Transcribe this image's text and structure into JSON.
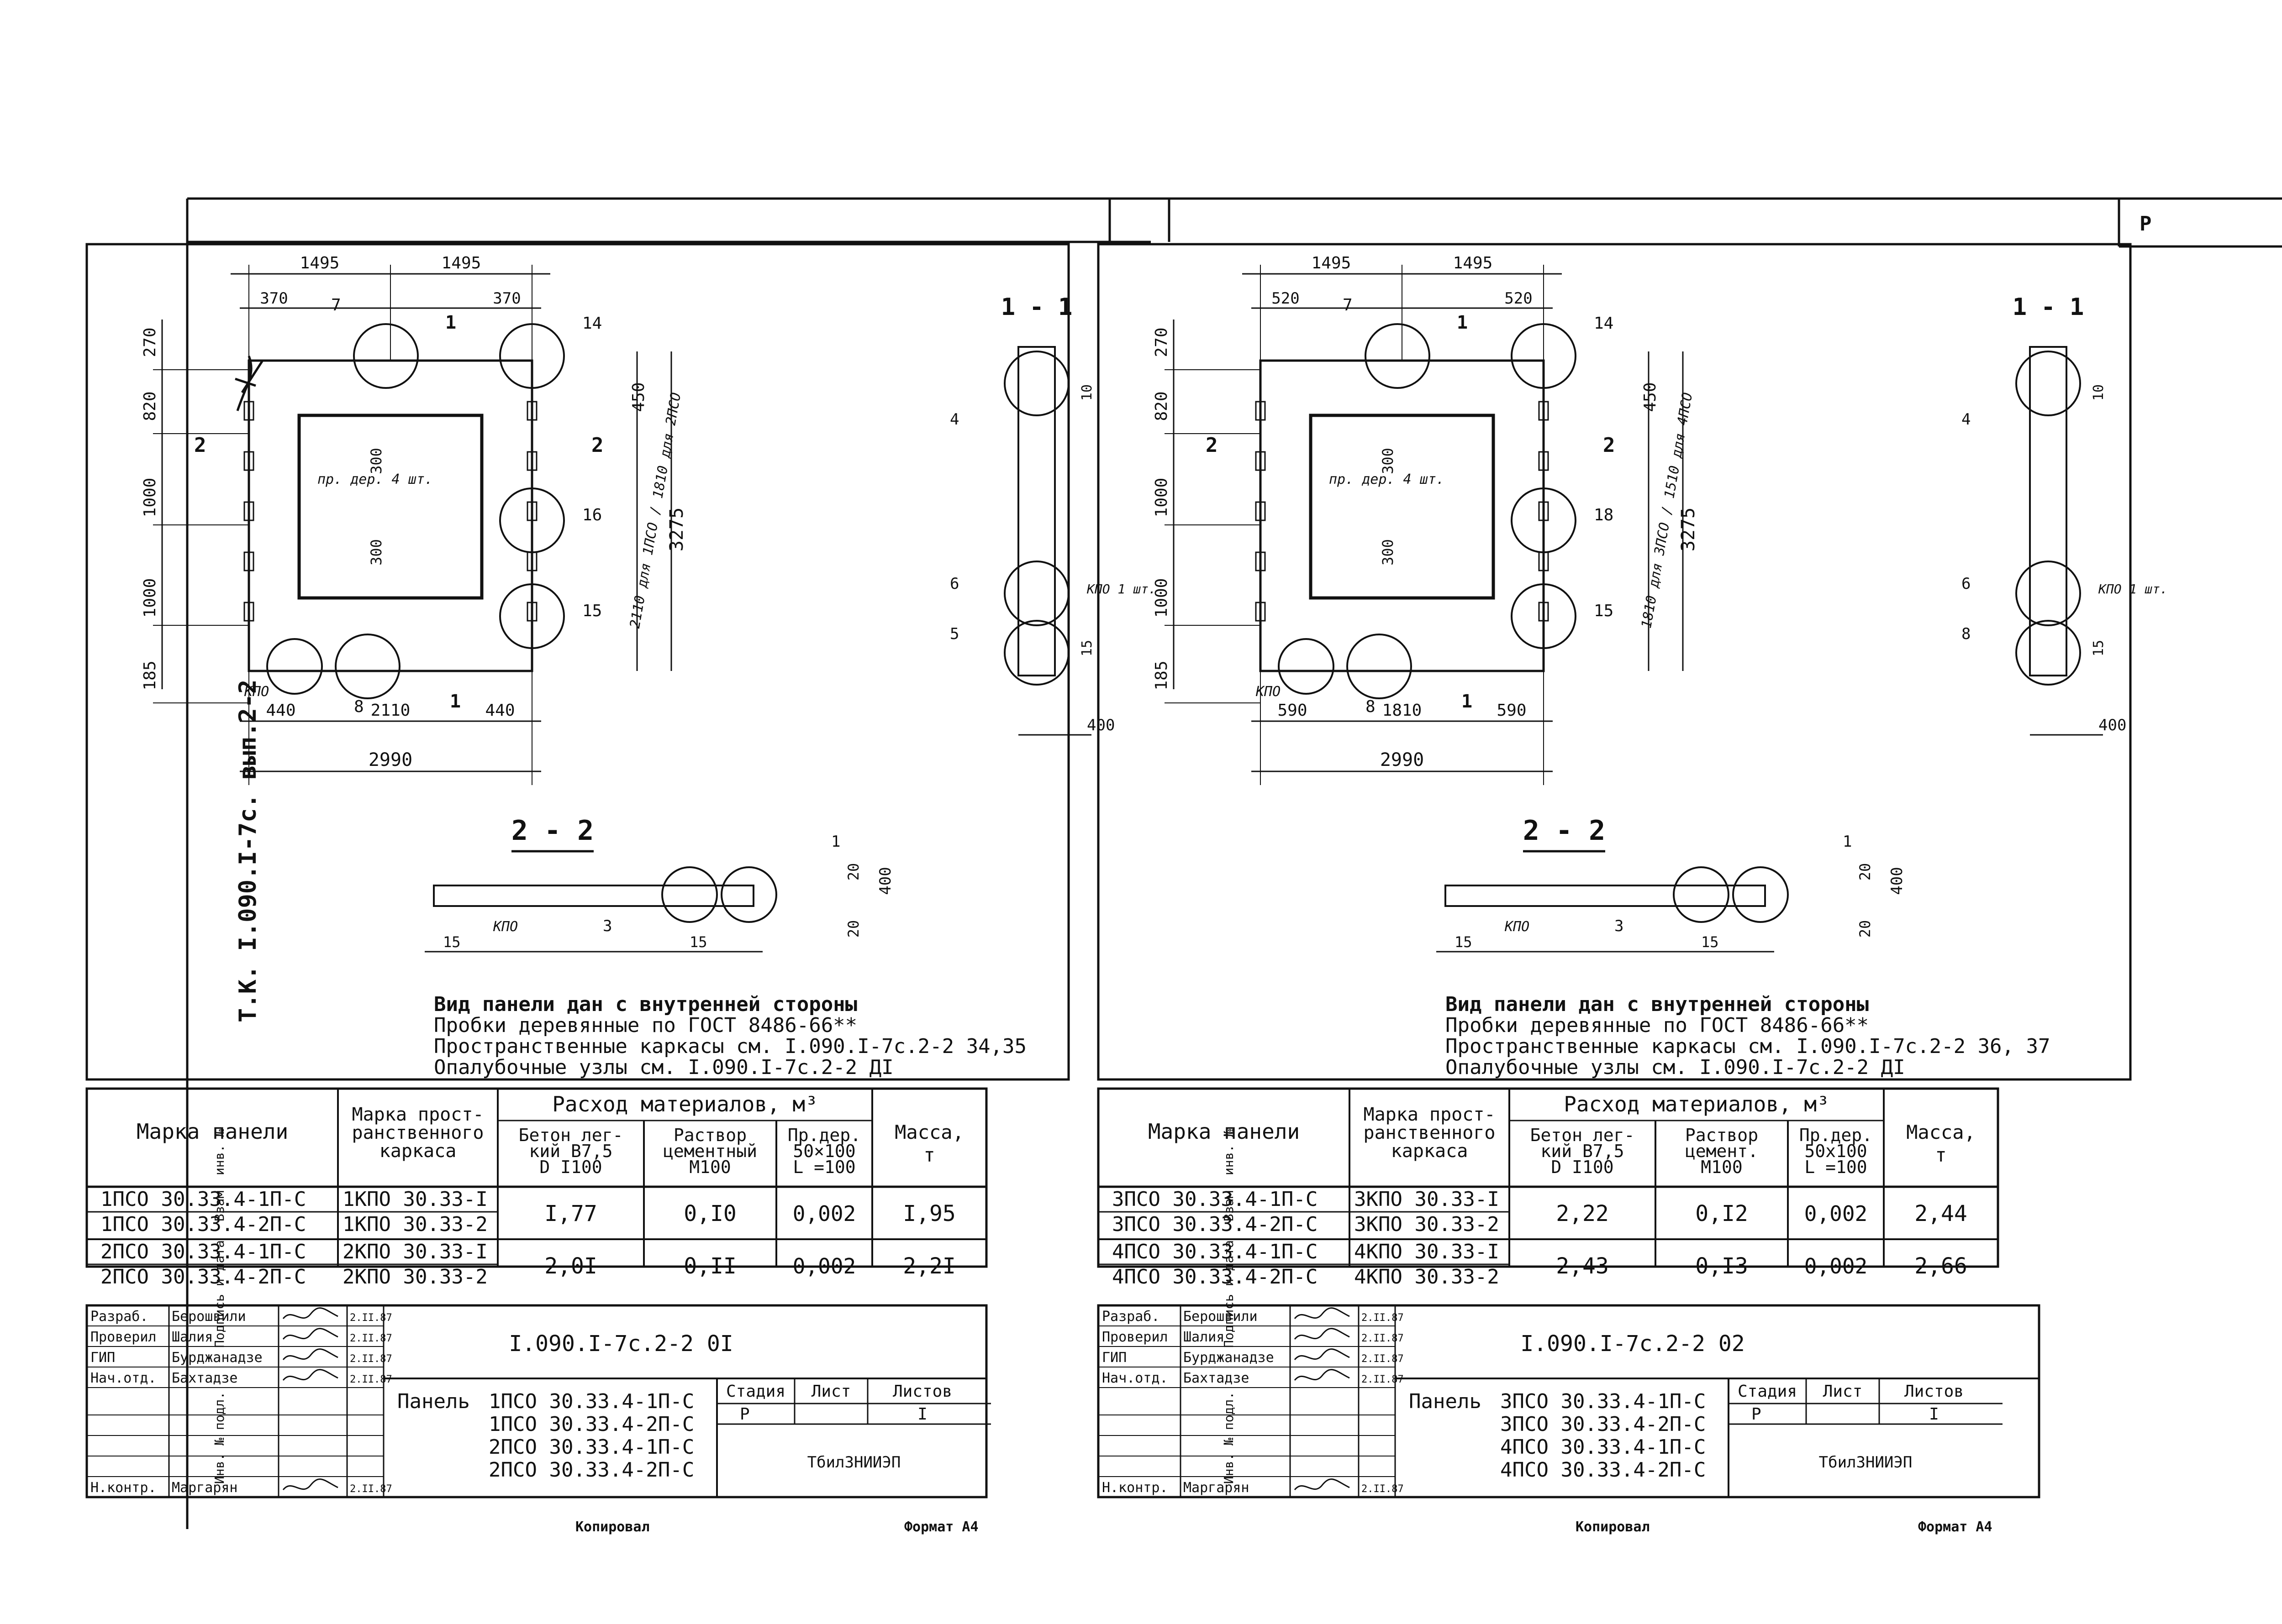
{
  "spine": {
    "series_code": "Т.К. I.090.I-7с. вып.2-2",
    "side_labels": [
      "Взам. инв. №",
      "Подпись и дата",
      "Инв. № подл."
    ]
  },
  "footer": {
    "copied": "Копировал",
    "format": "Формат А4"
  },
  "sheets": [
    {
      "plan": {
        "dims_top": [
          "1495",
          "1495"
        ],
        "dims_sub": [
          "370",
          "370"
        ],
        "dims_left": [
          "270",
          "820",
          "1000",
          "1000",
          "185"
        ],
        "dims_right": [
          "450",
          "3275"
        ],
        "dim_right_rot": [
          "2110 для 1ПСО",
          "1810 для 2ПСО"
        ],
        "dims_bottom": [
          "440",
          "2110",
          "440"
        ],
        "dim_total": "2990",
        "inner_dims": [
          "300",
          "300"
        ],
        "note_wood": "пр. дер. 4 шт.",
        "callouts": [
          "7",
          "14",
          "16",
          "15",
          "8"
        ],
        "kpo": "КПО",
        "cut_labels": [
          "1",
          "1",
          "2",
          "2"
        ]
      },
      "section11": {
        "title": "1 - 1",
        "callouts": [
          "4",
          "6",
          "5"
        ],
        "kpo": "КПО 1 шт.",
        "dims": [
          "10",
          "15",
          "400"
        ]
      },
      "section22": {
        "title": "2 - 2",
        "callouts": [
          "1",
          "3"
        ],
        "kpo": "КПО",
        "dims": [
          "20",
          "400",
          "20",
          "15",
          "15"
        ]
      },
      "notes": [
        "Вид панели дан с внутренней стороны",
        "Пробки деревянные по ГОСТ 8486-66**",
        "Пространственные каркасы см. I.090.I-7с.2-2 34,35",
        "Опалубочные узлы см. I.090.I-7с.2-2 ДI"
      ],
      "table": {
        "h_panel": "Марка панели",
        "h_frame": "Марка пространственного каркаса",
        "h_materials": "Расход материалов, м³",
        "h_concrete": "Бетон легкий B7,5 D I100",
        "h_mortar": "Раствор цементный M100",
        "h_wood": "Пр.дер. 50×100 L=100",
        "h_mass": "Масса, т",
        "rows": [
          {
            "panel": "1ПСО 30.33.4-1П-С",
            "frame": "1КПО 30.33-I"
          },
          {
            "panel": "1ПСО 30.33.4-2П-С",
            "frame": "1КПО 30.33-2"
          },
          {
            "panel": "2ПСО 30.33.4-1П-С",
            "frame": "2КПО 30.33-I"
          },
          {
            "panel": "2ПСО 30.33.4-2П-С",
            "frame": "2КПО 30.33-2"
          }
        ],
        "groups": [
          {
            "concrete": "I,77",
            "mortar": "0,I0",
            "wood": "0,002",
            "mass": "I,95"
          },
          {
            "concrete": "2,0I",
            "mortar": "0,II",
            "wood": "0,002",
            "mass": "2,2I"
          }
        ]
      },
      "stamp": {
        "roles": [
          {
            "role": "Разраб.",
            "name": "Берошвили",
            "date": "2.II.87"
          },
          {
            "role": "Проверил",
            "name": "Шалия",
            "date": "2.II.87"
          },
          {
            "role": "ГИП",
            "name": "Бурджанадзе",
            "date": "2.II.87"
          },
          {
            "role": "Нач.отд.",
            "name": "Бахтадзе",
            "date": "2.II.87"
          },
          {
            "role": "Н.контр.",
            "name": "Маргарян",
            "date": "2.II.87"
          }
        ],
        "doc_code": "I.090.I-7с.2-2 0I",
        "panel_label": "Панель",
        "panel_marks": [
          "1ПСО 30.33.4-1П-С",
          "1ПСО 30.33.4-2П-С",
          "2ПСО 30.33.4-1П-С",
          "2ПСО 30.33.4-2П-С"
        ],
        "h_stage": "Стадия",
        "h_sheet": "Лист",
        "h_sheets": "Листов",
        "stage": "Р",
        "sheet": "",
        "sheets": "I",
        "org": "ТбилЗНИИЭП"
      }
    },
    {
      "plan": {
        "dims_top": [
          "1495",
          "1495"
        ],
        "dims_sub": [
          "520",
          "520"
        ],
        "dims_left": [
          "270",
          "820",
          "1000",
          "1000",
          "185"
        ],
        "dims_right": [
          "450",
          "3275"
        ],
        "dim_right_rot": [
          "1810 для 3ПСО",
          "1510 для 4ПСО"
        ],
        "dims_bottom": [
          "590",
          "1810",
          "590"
        ],
        "dim_total": "2990",
        "inner_dims": [
          "300",
          "300"
        ],
        "note_wood": "пр. дер. 4 шт.",
        "callouts": [
          "7",
          "14",
          "18",
          "15",
          "8"
        ],
        "kpo": "КПО",
        "cut_labels": [
          "1",
          "1",
          "2",
          "2"
        ]
      },
      "section11": {
        "title": "1 - 1",
        "callouts": [
          "4",
          "6",
          "8"
        ],
        "kpo": "КПО 1 шт.",
        "dims": [
          "10",
          "15",
          "400"
        ]
      },
      "section22": {
        "title": "2 - 2",
        "callouts": [
          "1",
          "3"
        ],
        "kpo": "КПО",
        "dims": [
          "20",
          "400",
          "20",
          "15",
          "15"
        ]
      },
      "notes": [
        "Вид панели дан с внутренней стороны",
        "Пробки деревянные по ГОСТ 8486-66**",
        "Пространственные каркасы см. I.090.I-7с.2-2 36, 37",
        "Опалубочные узлы см. I.090.I-7с.2-2 ДI"
      ],
      "table": {
        "h_panel": "Марка панели",
        "h_frame": "Марка пространственного каркаса",
        "h_materials": "Расход материалов, м³",
        "h_concrete": "Бетон легкий B7,5 D I100",
        "h_mortar": "Раствор цемент. M100",
        "h_wood": "Пр.дер. 50x100 L=100",
        "h_mass": "Масса, т",
        "rows": [
          {
            "panel": "3ПСО 30.33.4-1П-С",
            "frame": "3КПО 30.33-I"
          },
          {
            "panel": "3ПСО 30.33.4-2П-С",
            "frame": "3КПО 30.33-2"
          },
          {
            "panel": "4ПСО 30.33.4-1П-С",
            "frame": "4КПО 30.33-I"
          },
          {
            "panel": "4ПСО 30.33.4-2П-С",
            "frame": "4КПО 30.33-2"
          }
        ],
        "groups": [
          {
            "concrete": "2,22",
            "mortar": "0,I2",
            "wood": "0,002",
            "mass": "2,44"
          },
          {
            "concrete": "2,43",
            "mortar": "0,I3",
            "wood": "0,002",
            "mass": "2,66"
          }
        ]
      },
      "stamp": {
        "roles": [
          {
            "role": "Разраб.",
            "name": "Берошвили",
            "date": "2.II.87"
          },
          {
            "role": "Проверил",
            "name": "Шалия",
            "date": "2.II.87"
          },
          {
            "role": "ГИП",
            "name": "Бурджанадзе",
            "date": "2.II.87"
          },
          {
            "role": "Нач.отд.",
            "name": "Бахтадзе",
            "date": "2.II.87"
          },
          {
            "role": "Н.контр.",
            "name": "Маргарян",
            "date": "2.II.87"
          }
        ],
        "doc_code": "I.090.I-7с.2-2 02",
        "panel_label": "Панель",
        "panel_marks": [
          "3ПСО 30.33.4-1П-С",
          "3ПСО 30.33.4-2П-С",
          "4ПСО 30.33.4-1П-С",
          "4ПСО 30.33.4-2П-С"
        ],
        "h_stage": "Стадия",
        "h_sheet": "Лист",
        "h_sheets": "Листов",
        "stage": "Р",
        "sheet": "",
        "sheets": "I",
        "org": "ТбилЗНИИЭП"
      }
    }
  ]
}
